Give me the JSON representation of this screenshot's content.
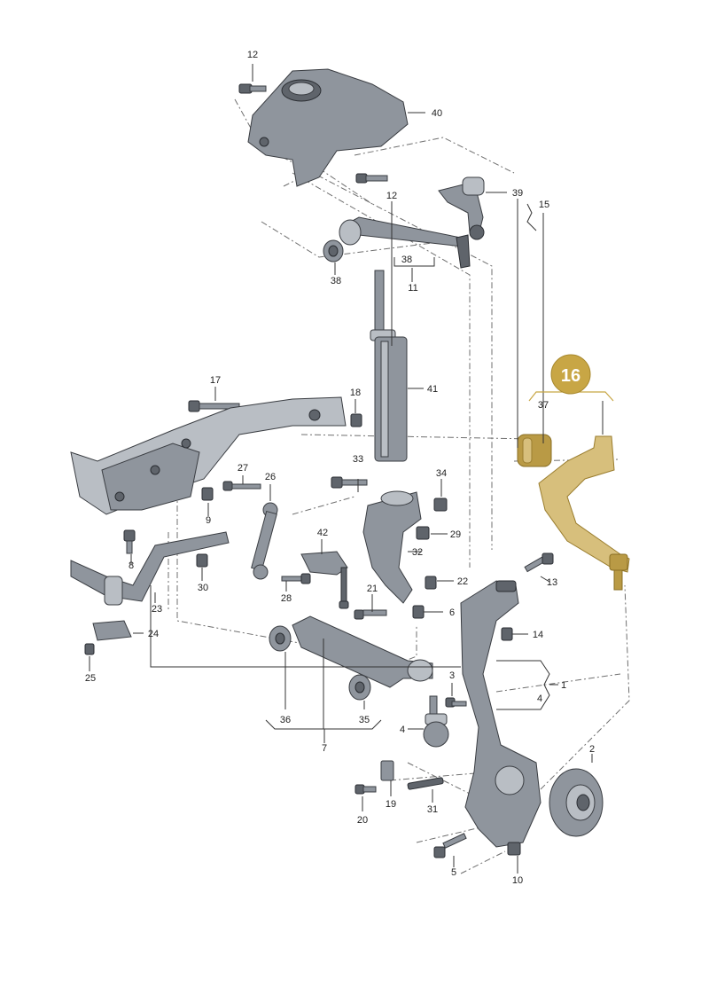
{
  "accent_color": "#c8a645",
  "highlight": {
    "number": "16"
  },
  "callouts": {
    "c1": "1",
    "c2": "2",
    "c3": "3",
    "c4a": "4",
    "c4b": "4",
    "c5": "5",
    "c6": "6",
    "c7": "7",
    "c8": "8",
    "c9": "9",
    "c10": "10",
    "c11": "11",
    "c12a": "12",
    "c12b": "12",
    "c13": "13",
    "c14": "14",
    "c15": "15",
    "c17": "17",
    "c18": "18",
    "c19": "19",
    "c20": "20",
    "c21": "21",
    "c22": "22",
    "c23": "23",
    "c24": "24",
    "c25": "25",
    "c26": "26",
    "c27": "27",
    "c28": "28",
    "c29": "29",
    "c30": "30",
    "c31": "31",
    "c32": "32",
    "c33": "33",
    "c34": "34",
    "c35": "35",
    "c36": "36",
    "c37": "37",
    "c38a": "38",
    "c38b": "38",
    "c39": "39",
    "c40": "40",
    "c41": "41",
    "c42": "42"
  }
}
